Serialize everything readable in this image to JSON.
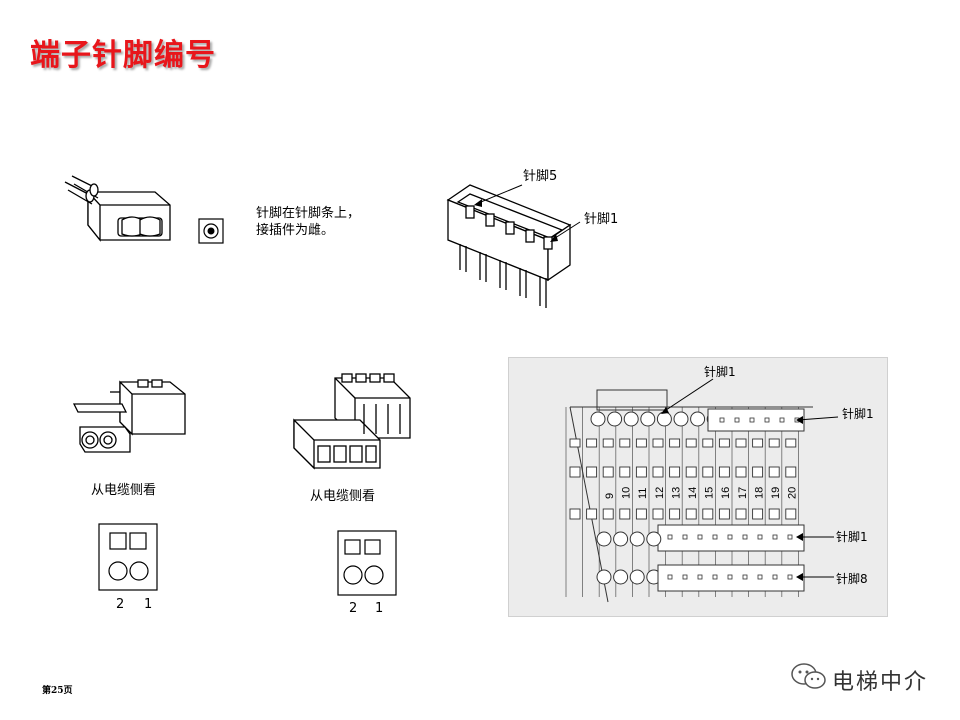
{
  "page": {
    "title": "端子针脚编号",
    "footer": "第25页",
    "brand": "电梯中介"
  },
  "top_left": {
    "note_line1": "针脚在针脚条上，",
    "note_line2": "接插件为雌。"
  },
  "top_right": {
    "pin5_label": "针脚5",
    "pin1_label": "针脚1"
  },
  "bottom_left": {
    "caption": "从电缆侧看",
    "pin_numbers": [
      "2",
      "1"
    ]
  },
  "bottom_mid": {
    "caption": "从电缆侧看",
    "pin_numbers": [
      "2",
      "1"
    ]
  },
  "panel": {
    "top_label": "针脚1",
    "right_top_label": "针脚1",
    "right_mid_label": "针脚1",
    "right_bottom_label": "针脚8",
    "column_numbers": [
      "9",
      "10",
      "11",
      "12",
      "13",
      "14",
      "15",
      "16",
      "17",
      "18",
      "19",
      "20"
    ]
  }
}
